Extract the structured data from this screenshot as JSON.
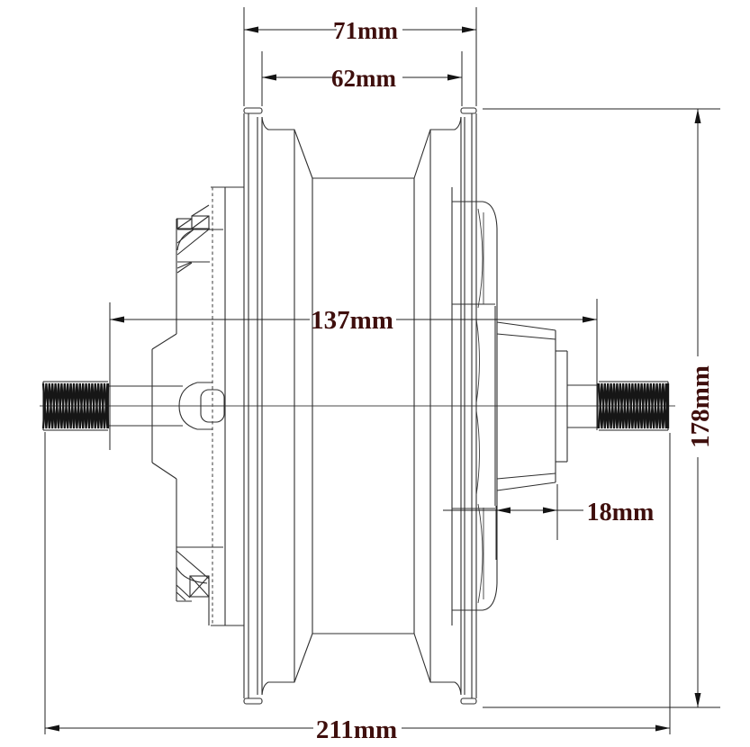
{
  "page": {
    "background": "#ffffff"
  },
  "drawing": {
    "subject": "Hub motor side-view engineering drawing with dimensions",
    "line_color": "#2f2f2f",
    "hidden_line_style": "dashed",
    "centerline_color": "#4a4a4a",
    "dimension_text_color": "#3f0f0d",
    "dimensions": {
      "rim_outer_flange_width": "71mm",
      "rim_inner_width": "62mm",
      "dropout_spacing": "137mm",
      "freewheel_width": "18mm",
      "rim_height": "178mm",
      "axle_overall_length": "211mm"
    }
  }
}
